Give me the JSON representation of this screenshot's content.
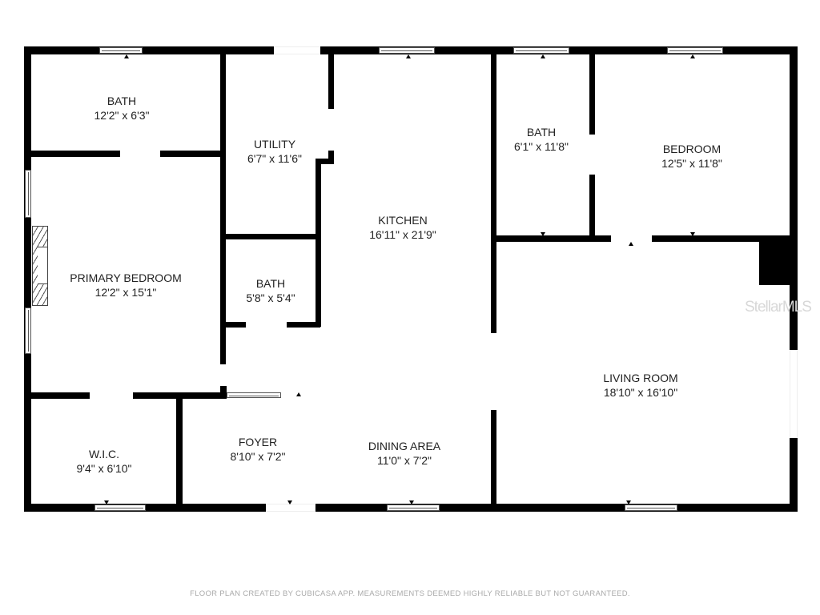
{
  "floor_plan": {
    "rooms": [
      {
        "id": "bath-1",
        "name": "BATH",
        "dims": "12'2\" x 6'3\""
      },
      {
        "id": "utility",
        "name": "UTILITY",
        "dims": "6'7\" x 11'6\""
      },
      {
        "id": "kitchen",
        "name": "KITCHEN",
        "dims": "16'11\" x 21'9\""
      },
      {
        "id": "bath-2",
        "name": "BATH",
        "dims": "6'1\" x 11'8\""
      },
      {
        "id": "bedroom",
        "name": "BEDROOM",
        "dims": "12'5\" x 11'8\""
      },
      {
        "id": "primary-bedroom",
        "name": "PRIMARY BEDROOM",
        "dims": "12'2\" x 15'1\""
      },
      {
        "id": "bath-3",
        "name": "BATH",
        "dims": "5'8\" x 5'4\""
      },
      {
        "id": "living-room",
        "name": "LIVING ROOM",
        "dims": "18'10\" x 16'10\""
      },
      {
        "id": "wic",
        "name": "W.I.C.",
        "dims": "9'4\" x 6'10\""
      },
      {
        "id": "foyer",
        "name": "FOYER",
        "dims": "8'10\" x 7'2\""
      },
      {
        "id": "dining-area",
        "name": "DINING AREA",
        "dims": "11'0\" x 7'2\""
      }
    ],
    "watermark": "StellarMLS",
    "footer": "FLOOR PLAN CREATED BY CUBICASA APP. MEASUREMENTS DEEMED HIGHLY RELIABLE BUT NOT GUARANTEED."
  }
}
